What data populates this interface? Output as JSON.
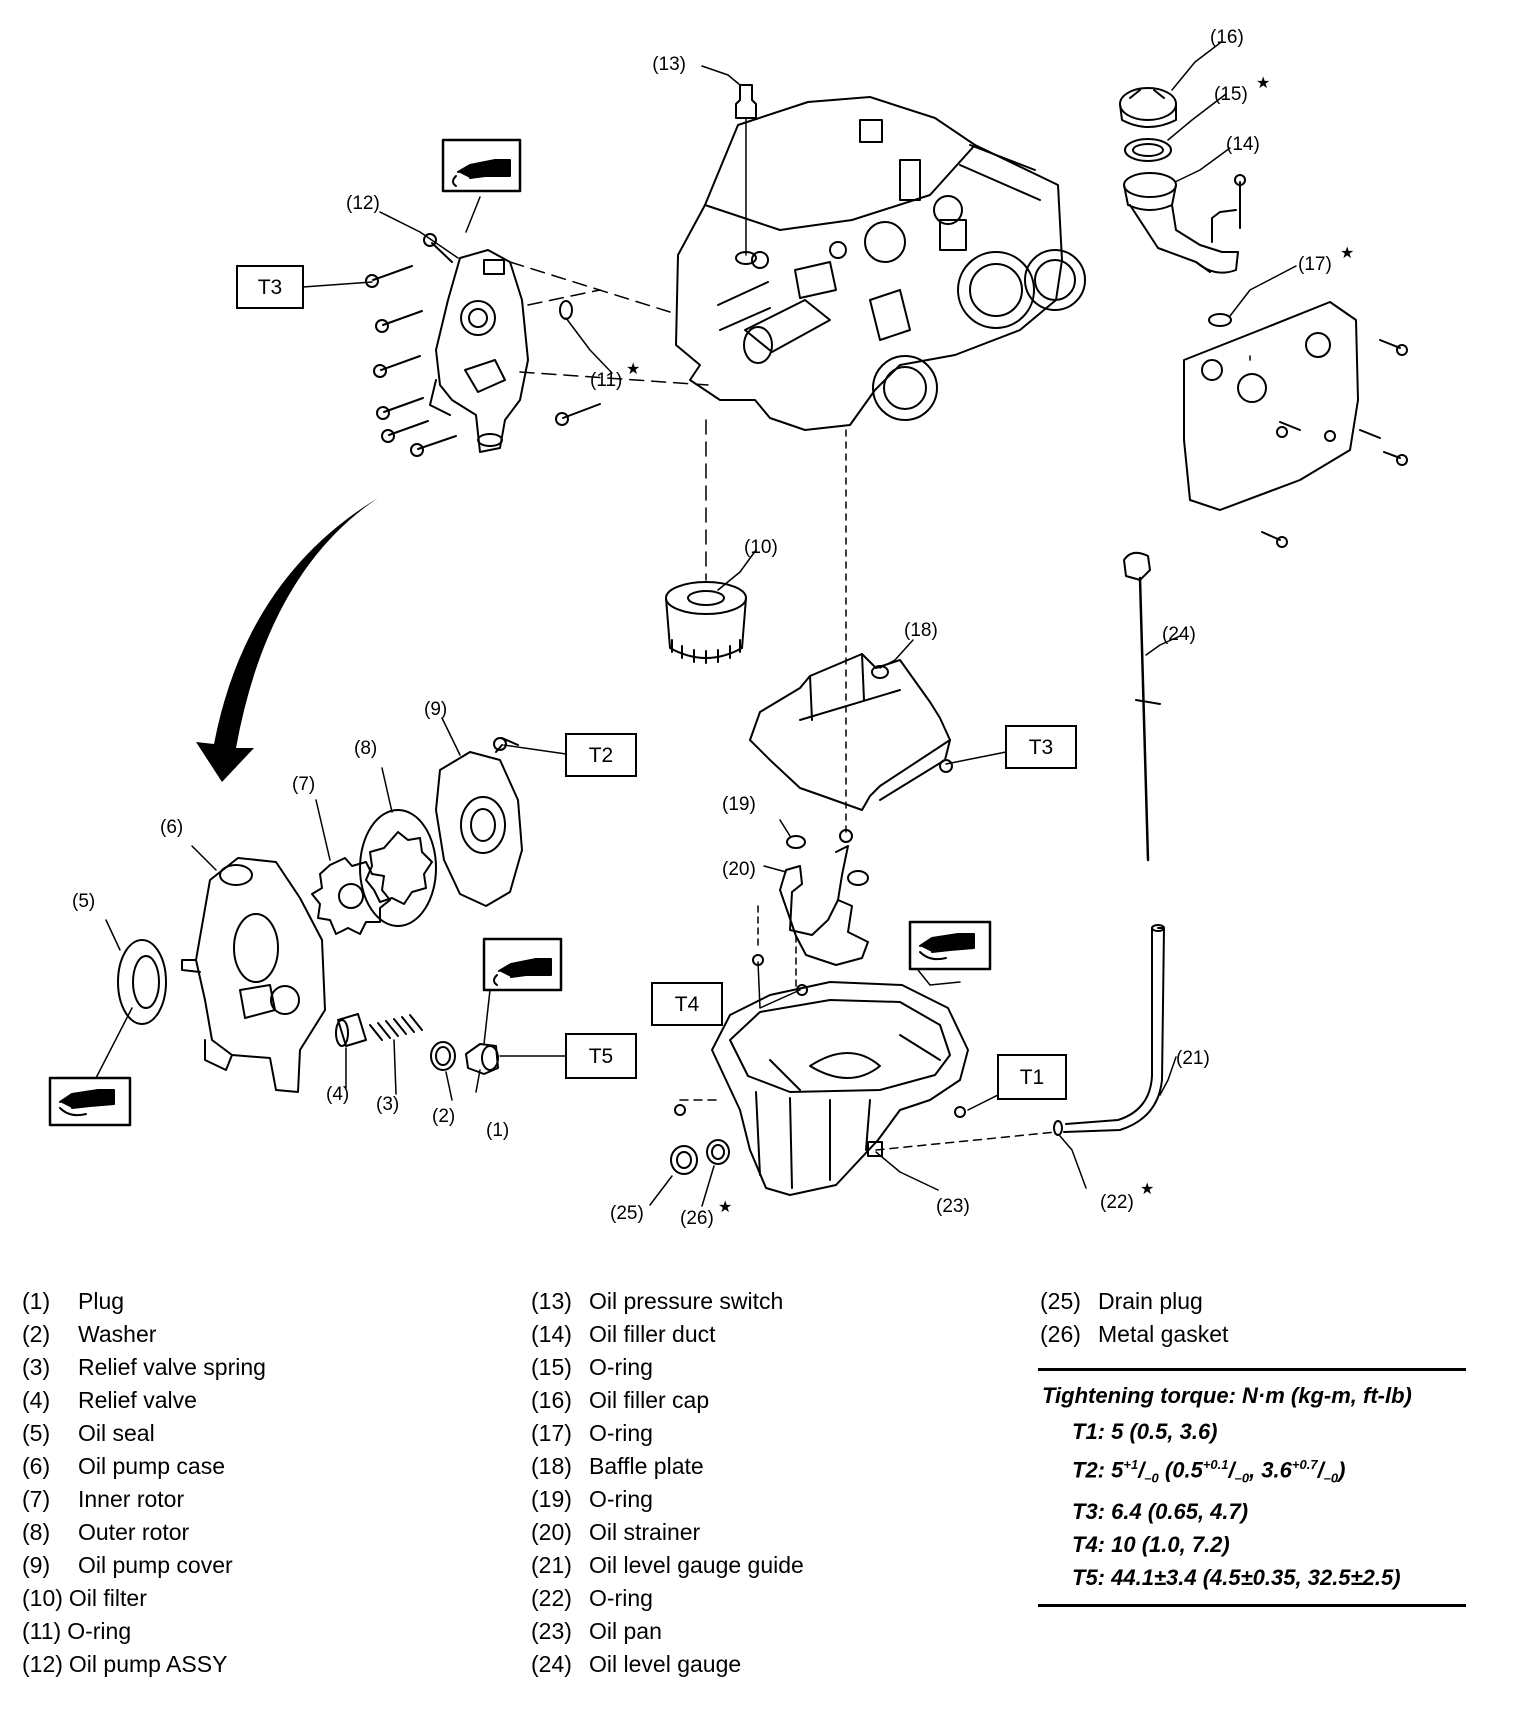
{
  "callouts": {
    "c1": "(1)",
    "c2": "(2)",
    "c3": "(3)",
    "c4": "(4)",
    "c5": "(5)",
    "c6": "(6)",
    "c7": "(7)",
    "c8": "(8)",
    "c9": "(9)",
    "c10": "(10)",
    "c11": "(11)",
    "c12": "(12)",
    "c13": "(13)",
    "c14": "(14)",
    "c15": "(15)",
    "c16": "(16)",
    "c17": "(17)",
    "c18": "(18)",
    "c19": "(19)",
    "c20": "(20)",
    "c21": "(21)",
    "c22": "(22)",
    "c23": "(23)",
    "c24": "(24)",
    "c25": "(25)",
    "c26": "(26)"
  },
  "star": "★",
  "torque_boxes": {
    "t1": "T1",
    "t2": "T2",
    "t3a": "T3",
    "t3b": "T3",
    "t4": "T4",
    "t5": "T5"
  },
  "parts": [
    {
      "num": "(1)",
      "name": "Plug"
    },
    {
      "num": "(2)",
      "name": "Washer"
    },
    {
      "num": "(3)",
      "name": "Relief valve spring"
    },
    {
      "num": "(4)",
      "name": "Relief valve"
    },
    {
      "num": "(5)",
      "name": "Oil seal"
    },
    {
      "num": "(6)",
      "name": "Oil pump case"
    },
    {
      "num": "(7)",
      "name": "Inner rotor"
    },
    {
      "num": "(8)",
      "name": "Outer rotor"
    },
    {
      "num": "(9)",
      "name": "Oil pump cover"
    },
    {
      "num": "(10)",
      "name": "Oil filter"
    },
    {
      "num": "(11)",
      "name": "O-ring"
    },
    {
      "num": "(12)",
      "name": "Oil pump ASSY"
    },
    {
      "num": "(13)",
      "name": "Oil pressure switch"
    },
    {
      "num": "(14)",
      "name": "Oil filler duct"
    },
    {
      "num": "(15)",
      "name": "O-ring"
    },
    {
      "num": "(16)",
      "name": "Oil filler cap"
    },
    {
      "num": "(17)",
      "name": "O-ring"
    },
    {
      "num": "(18)",
      "name": "Baffle plate"
    },
    {
      "num": "(19)",
      "name": "O-ring"
    },
    {
      "num": "(20)",
      "name": "Oil strainer"
    },
    {
      "num": "(21)",
      "name": "Oil level gauge guide"
    },
    {
      "num": "(22)",
      "name": "O-ring"
    },
    {
      "num": "(23)",
      "name": "Oil pan"
    },
    {
      "num": "(24)",
      "name": "Oil level gauge"
    },
    {
      "num": "(25)",
      "name": "Drain plug"
    },
    {
      "num": "(26)",
      "name": "Metal gasket"
    }
  ],
  "torque": {
    "title": "Tightening torque: N·m (kg-m, ft-lb)",
    "t1": "T1: 5 (0.5, 3.6)",
    "t2": {
      "label": "T2: 5",
      "a_sup": "+1",
      "a_sub": "–0",
      "mid1": " (0.5",
      "b_sup": "+0.1",
      "b_sub": "–0",
      "mid2": ", 3.6",
      "c_sup": "+0.7",
      "c_sub": "–0",
      "end": ")"
    },
    "t3": "T3: 6.4 (0.65, 4.7)",
    "t4": "T4: 10 (1.0, 7.2)",
    "t5": "T5: 44.1±3.4 (4.5±0.35, 32.5±2.5)"
  }
}
